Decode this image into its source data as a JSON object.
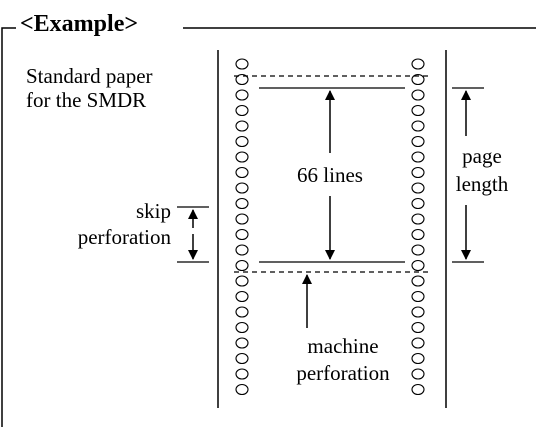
{
  "frame": {
    "title": "<Example>"
  },
  "labels": {
    "paper_line1": "Standard paper",
    "paper_line2": "for the SMDR",
    "lines": "66 lines",
    "page_line1": "page",
    "page_line2": "length",
    "skip_line1": "skip",
    "skip_line2": "perforation",
    "machine_line1": "machine",
    "machine_line2": "perforation"
  }
}
